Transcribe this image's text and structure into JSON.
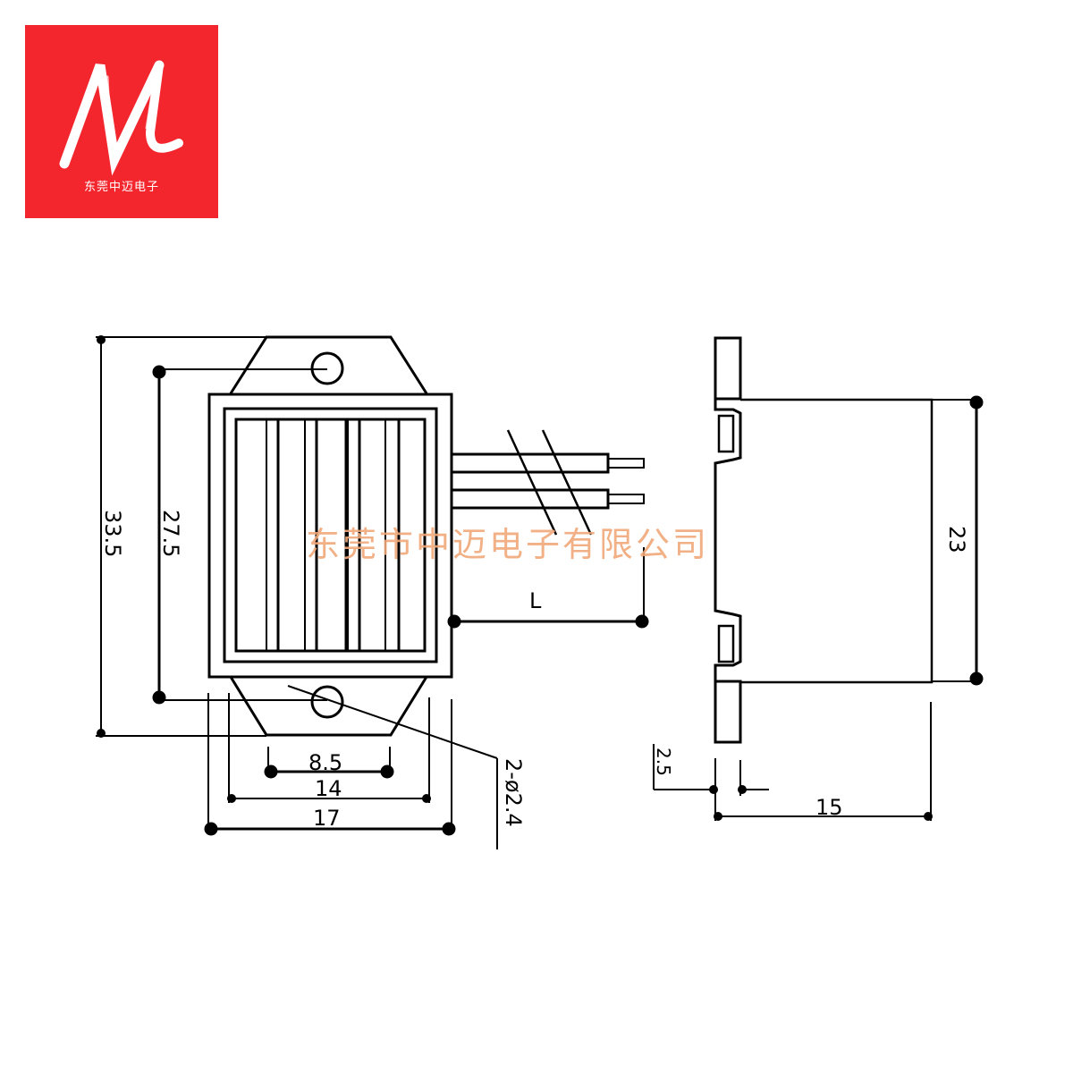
{
  "logo": {
    "letter": "M",
    "company_short": "东莞中迈电子",
    "background_color": "#f3262e",
    "text_color": "#ffffff"
  },
  "watermark": {
    "text": "东莞市中迈电子有限公司",
    "color": "#f0a878"
  },
  "front_view": {
    "dimensions": {
      "overall_height": "33.5",
      "panel_height": "27.5",
      "hole_spacing_bottom": "8.5",
      "inner_width": "14",
      "overall_width": "17",
      "holes": "2-ø2.4",
      "lead_length": "L"
    },
    "solar_cell_strips": 5
  },
  "side_view": {
    "dimensions": {
      "body_height": "23",
      "depth": "15",
      "flange_thickness": "2.5"
    }
  },
  "line_color": "#000000"
}
